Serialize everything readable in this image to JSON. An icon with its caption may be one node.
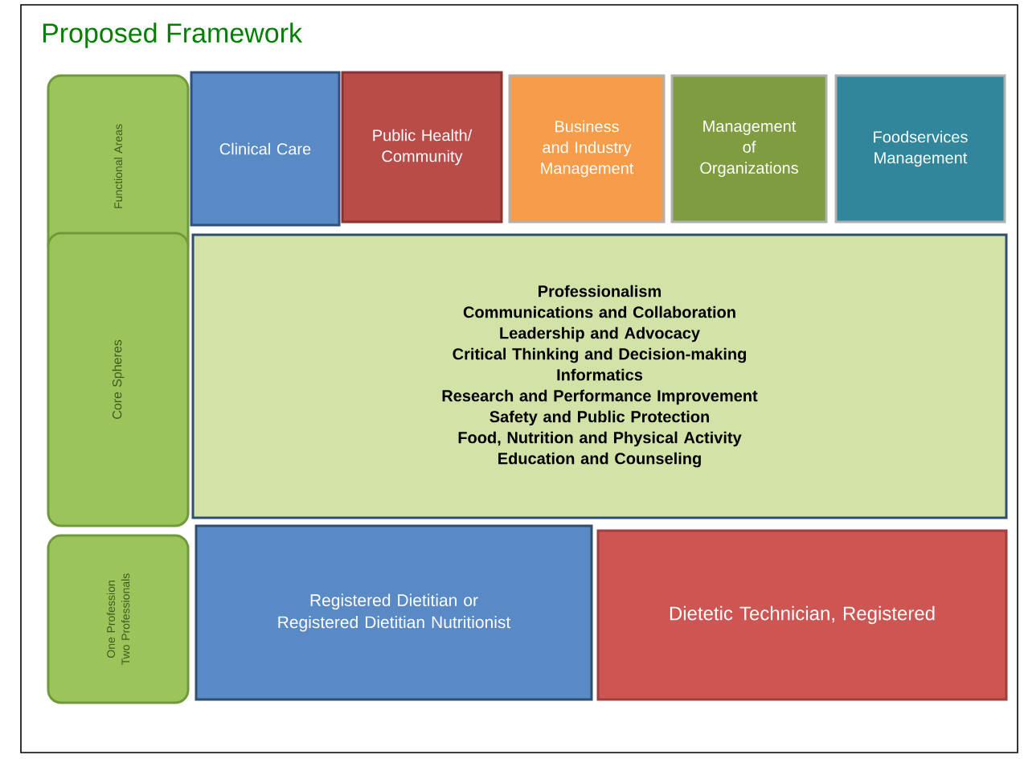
{
  "diagram": {
    "title": "Proposed Framework",
    "nodes": [
      {
        "text": [
          "Functional Areas"
        ]
      },
      {
        "text": [
          "Clinical Care"
        ]
      },
      {
        "text": [
          "Public Health/ Community"
        ]
      },
      {
        "text": [
          "Business and Industry Management"
        ]
      },
      {
        "text": [
          "Management of Organizations"
        ]
      },
      {
        "text": [
          "Foodservices Management"
        ]
      },
      {
        "text": [
          "Core Spheres"
        ]
      },
      {
        "text": [
          "Professionalism",
          "Communications and Collaboration",
          "Leadership and Advocacy",
          "Critical Thinking and Decision-making",
          "Informatics",
          "Research and Performance Improvement",
          "Safety and Public Protection",
          "Food, Nutrition and Physical Activity",
          "Education and Counseling"
        ]
      },
      {
        "text": [
          "One Profession Two Professionals"
        ]
      },
      {
        "text": [
          "Registered Dietitian or Registered Dietitian Nutritionist"
        ]
      },
      {
        "text": [
          "Dietetic Technician, Registered"
        ]
      }
    ]
  }
}
